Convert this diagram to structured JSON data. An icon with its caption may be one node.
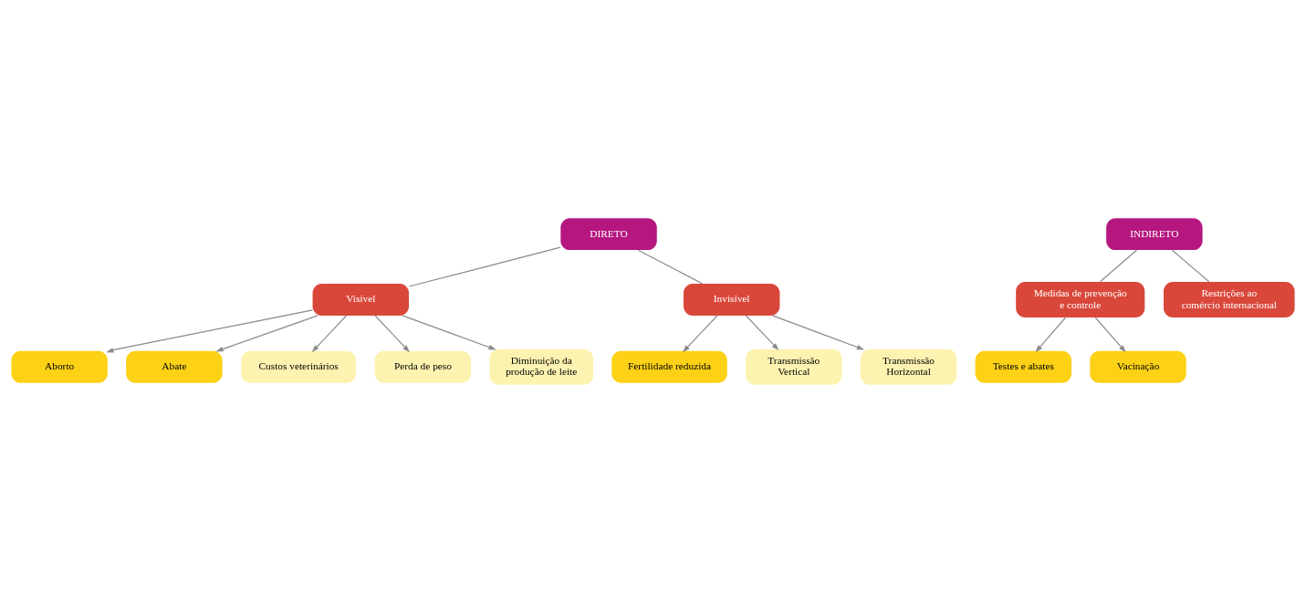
{
  "diagram": {
    "nodes": [
      {
        "text": [
          "DIRETO"
        ]
      },
      {
        "text": [
          "Visível"
        ]
      },
      {
        "text": [
          "Invisível"
        ]
      },
      {
        "text": [
          "Aborto"
        ]
      },
      {
        "text": [
          "Abate"
        ]
      },
      {
        "text": [
          "Custos veterinários"
        ]
      },
      {
        "text": [
          "Perda de peso"
        ]
      },
      {
        "text": [
          "Diminuição da produção de leite"
        ]
      },
      {
        "text": [
          "Fertilidade reduzida"
        ]
      },
      {
        "text": [
          "Transmissão Vertical"
        ]
      },
      {
        "text": [
          "Transmissão Horizontal"
        ]
      },
      {
        "text": [
          "INDIRETO"
        ]
      },
      {
        "text": [
          "Medidas de prevenção e controle"
        ]
      },
      {
        "text": [
          "Restrições ao comércio internacional"
        ]
      },
      {
        "text": [
          "Testes e abates"
        ]
      },
      {
        "text": [
          "Vacinação"
        ]
      }
    ],
    "edges": [
      {
        "from": 0,
        "to": 1,
        "arrow": "none"
      },
      {
        "from": 0,
        "to": 2,
        "arrow": "none"
      },
      {
        "from": 1,
        "to": 3,
        "arrow": "to"
      },
      {
        "from": 1,
        "to": 4,
        "arrow": "to"
      },
      {
        "from": 1,
        "to": 5,
        "arrow": "to"
      },
      {
        "from": 1,
        "to": 6,
        "arrow": "to"
      },
      {
        "from": 1,
        "to": 7,
        "arrow": "to"
      },
      {
        "from": 2,
        "to": 8,
        "arrow": "to"
      },
      {
        "from": 2,
        "to": 9,
        "arrow": "to"
      },
      {
        "from": 2,
        "to": 10,
        "arrow": "to"
      },
      {
        "from": 11,
        "to": 12,
        "arrow": "none"
      },
      {
        "from": 11,
        "to": 13,
        "arrow": "none"
      },
      {
        "from": 12,
        "to": 14,
        "arrow": "to"
      },
      {
        "from": 12,
        "to": 15,
        "arrow": "to"
      }
    ]
  }
}
